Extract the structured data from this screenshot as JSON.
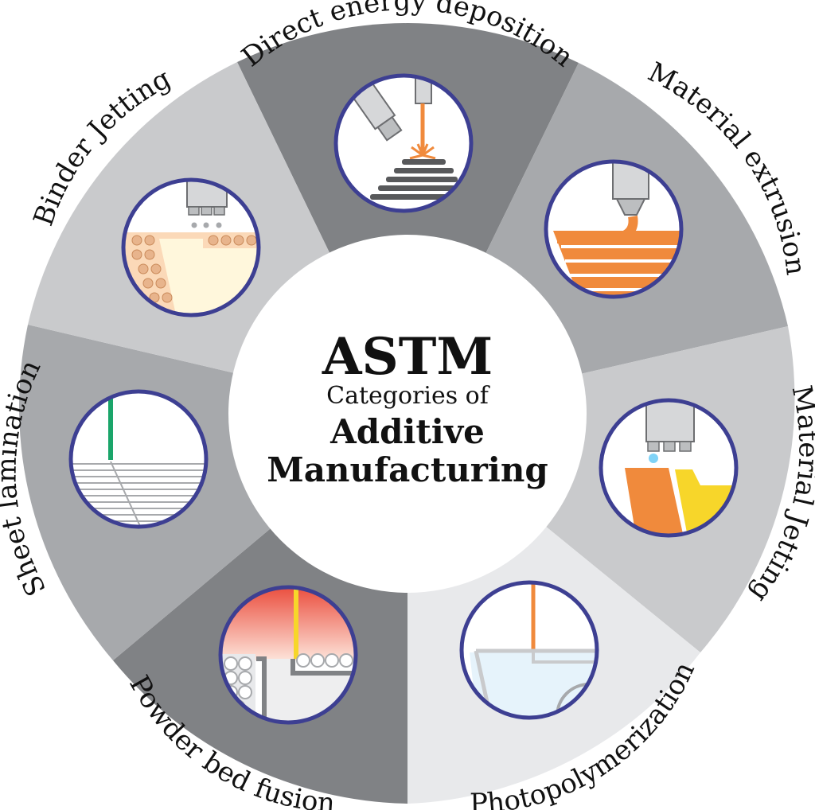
{
  "center": {
    "title": "ASTM",
    "subtitle": "Categories of",
    "line1": "Additive",
    "line2": "Manufacturing"
  },
  "categories": [
    {
      "label": "Direct energy deposition",
      "icon": "laser-nozzle-icon"
    },
    {
      "label": "Material extrusion",
      "icon": "extrusion-nozzle-icon"
    },
    {
      "label": "Material Jetting",
      "icon": "printhead-jetting-icon"
    },
    {
      "label": "Photopolymerization",
      "icon": "resin-vat-icon"
    },
    {
      "label": "Powder bed fusion",
      "icon": "powder-bed-laser-icon"
    },
    {
      "label": "Sheet lamination",
      "icon": "laminated-sheets-icon"
    },
    {
      "label": "Binder Jetting",
      "icon": "binder-printhead-icon"
    }
  ],
  "colors": {
    "ring_border": "#3d3f92",
    "orange": "#f08a3c",
    "yellow": "#f7d62a",
    "green": "#1aa56a",
    "grey_dark": "#808285",
    "grey_mid": "#a7a9ac",
    "grey_light": "#c9cacc",
    "grey_pale": "#e8e9eb"
  }
}
